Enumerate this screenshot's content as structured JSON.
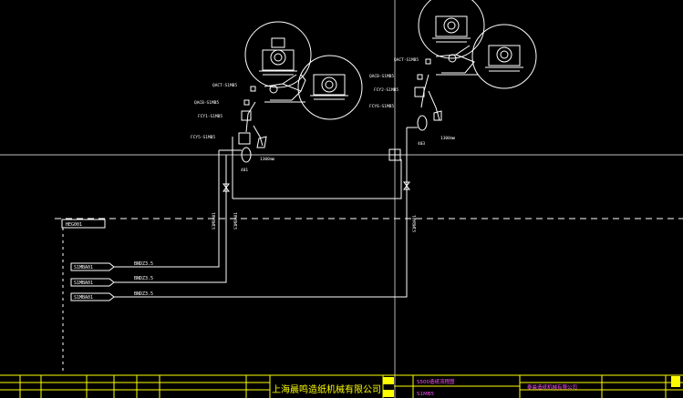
{
  "header_tag": "HEG001",
  "sources": [
    {
      "tag": "S1MBA01",
      "pipe": "BNDZ3.5"
    },
    {
      "tag": "S1MBA01",
      "pipe": "BNDZ3.5"
    },
    {
      "tag": "S1MBA01",
      "pipe": "BNDZ3.5"
    }
  ],
  "unit_left": {
    "labels": [
      "QACT-S1MB5",
      "QACB-S1MB5",
      "FCY1-S1MB5",
      "FCY5-S1MB5"
    ],
    "tank": "401",
    "dim": "1300mm",
    "riser_a": "S1MBA01",
    "riser_b": "S1MBA01"
  },
  "unit_right": {
    "labels": [
      "QACT-S1MB5",
      "QACB-S1MB5",
      "FCY2-S1MB5",
      "FCY6-S1MB5"
    ],
    "tank": "403",
    "dim": "1300mm",
    "riser": "S1MBA01"
  },
  "title_block": {
    "company": "上海晨鸣造纸机械有限公司",
    "drawing_title": "S500造纸流程图",
    "drawing_no": "S1MB5",
    "right_company": "泰晨造纸机械有限公司"
  },
  "colors": {
    "line": "#ffffff",
    "title": "#ffff00",
    "accent": "#ff55ff",
    "background": "#000000"
  }
}
